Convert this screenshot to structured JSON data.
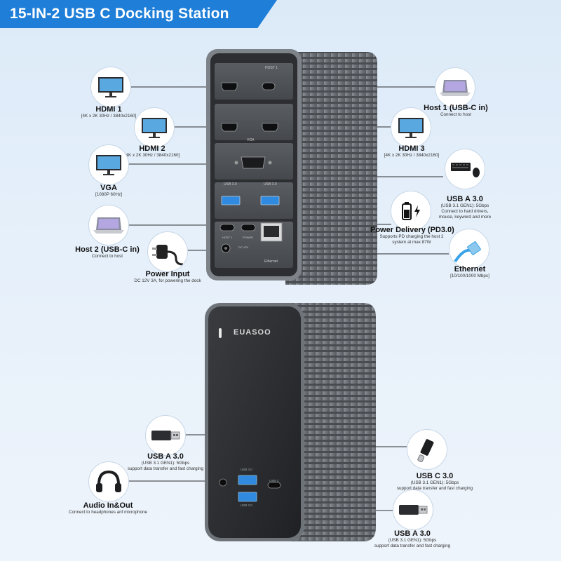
{
  "banner": {
    "title": "15-IN-2 USB C Docking Station"
  },
  "top_labels": {
    "hdmi1": {
      "title": "HDMI 1",
      "sub": "[4K x 2K 30Hz / 3840x2160]"
    },
    "hdmi2": {
      "title": "HDMI 2",
      "sub": "[4K x 2K 30Hz / 3840x2160]"
    },
    "vga": {
      "title": "VGA",
      "sub": "[1080P 60Hz]"
    },
    "host2": {
      "title": "Host 2 (USB-C in)",
      "sub": "Connect to host"
    },
    "power_input": {
      "title": "Power Input",
      "sub": "DC 12V 3A, for powering the dock"
    },
    "host1": {
      "title": "Host 1 (USB-C in)",
      "sub": "Connect to host"
    },
    "hdmi3": {
      "title": "HDMI 3",
      "sub": "[4K x 2K 30Hz / 3840x2160]"
    },
    "usba_right": {
      "title": "USB A 3.0",
      "sub1": "(USB 3.1 GEN1): 5Gbps",
      "sub2": "Connect to hard drivers,",
      "sub3": "mouse, keyword and more"
    },
    "pd": {
      "title": "Power Delivery (PD3.0)",
      "sub1": "Supports PD charging the host 2",
      "sub2": "system at max 87W"
    },
    "ethernet": {
      "title": "Ethernet",
      "sub": "[10/100/1000 Mbps]"
    }
  },
  "bottom_labels": {
    "usba_left": {
      "title": "USB A 3.0",
      "sub1": "(USB 3.1 GEN1): 5Gbps",
      "sub2": "support data transfer and fast charging"
    },
    "audio": {
      "title": "Audio In&Out",
      "sub": "Connect to headphones anf microphone"
    },
    "usbc": {
      "title": "USB C 3.0",
      "sub1": "(USB 3.1 GEN1): 5Gbps",
      "sub2": "support data transfer and fast charging"
    },
    "usba_bottom": {
      "title": "USB A 3.0",
      "sub1": "(USB 3.1 GEN1): 5Gbps",
      "sub2": "support data transfer and fast charging"
    }
  },
  "device_back": {
    "host1_tag": "HOST 1",
    "vga_tag": "VGA",
    "usb_tag_left": "USB 3.0",
    "usb_tag_right": "USB 3.0",
    "host2_tag": "HOST 2",
    "power_tag": "POWER",
    "dc_tag": "DC-12V",
    "ethernet_tag": "Ethernet"
  },
  "device_front": {
    "brand": "EUASOO",
    "usb_tag_top": "USB 3.0",
    "usb_tag_bottom": "USB 3.0",
    "usbc_tag": "USB C"
  },
  "colors": {
    "banner": "#1e7ed8",
    "device_dark": "#2b2d30",
    "device_side": "#6d7278",
    "usb_blue": "#2f8ae0"
  }
}
